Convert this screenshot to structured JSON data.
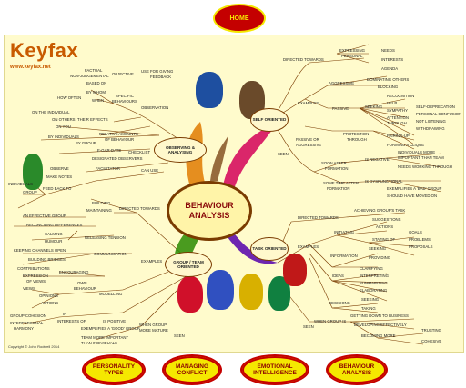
{
  "nav": {
    "home": "HOME"
  },
  "brand": {
    "logo": "Keyfax",
    "url": "www.keyfax.net",
    "copyright": "Copyright © John Rodwell 2014"
  },
  "center": {
    "title_line1": "BEHAVIOUR",
    "title_line2": "ANALYSIS"
  },
  "branches": {
    "observing": "OBSERVING & ANALYSING",
    "self": "SELF ORIENTED",
    "group": "GROUP / TEAM ORIENTED",
    "task": "TASK ORIENTED"
  },
  "labels": {
    "obs": [
      "FACTUAL",
      "NON-JUDGEMENTAL",
      "OBJECTIVE",
      "USE FOR GIVING",
      "FEEDBACK",
      "BASED ON",
      "BY WHOM",
      "HOW OFTEN",
      "WHEN",
      "SPECIFIC",
      "BEHAVIOURS",
      "OBSERVATION",
      "ON THE INDIVIDUAL",
      "ON OTHERS",
      "THEIR EFFECTS",
      "ON YOU",
      "BY INDIVIDUALS",
      "BY GROUP",
      "RELATIVE AMOUNTS",
      "OF BEHAVIOUR",
      "CHECKLIST",
      "E-GAR-DATE",
      "DESIGNATED OBSERVERS",
      "FACILITATOR",
      "OBSERVE",
      "MAKE NOTES",
      "FEED BACK TO",
      "INDIVIDUALS",
      "GROUP",
      "CAN USE"
    ],
    "self": [
      "DIRECTED TOWARDS",
      "EXPRESSING",
      "PERSONAL",
      "NEEDS",
      "INTERESTS",
      "AGENDA",
      "EXAMPLES",
      "AGGRESSIVE",
      "DOMINATING OTHERS",
      "BLOCKING",
      "PASSIVE",
      "SEEKING",
      "RECOGNITION",
      "HELP",
      "SYMPATHY",
      "ATTENTION",
      "THROUGH",
      "SELF-DEPRECATION",
      "PERSONAL CONFUSION",
      "NOT LISTENING",
      "WITHDRAWING",
      "PASSIVE OR",
      "AGGRESSIVE",
      "PROTECTION",
      "THROUGH",
      "PAIRING-UP",
      "FORMING A CLIQUE",
      "SEEN",
      "SOON AFTER",
      "FORMATION",
      "IS NEGATIVE",
      "INDIVIDUALS MORE",
      "IMPORTANT THAN TEAM",
      "NEEDS WORKING THROUGH",
      "SOME TIME AFTER",
      "FORMATION",
      "IS DYSFUNCTIONAL",
      "EXEMPLIFIES A 'BAD' GROUP",
      "SHOULD HAVE MOVED ON"
    ],
    "group": [
      "BUILDING",
      "MAINTAINING",
      "DIRECTED TOWARDS",
      "AN EFFECTIVE GROUP",
      "RECONCILING DIFFERENCES",
      "CALMING",
      "RELEASING TENSION",
      "HUMOUR",
      "KEEPING CHANNELS OPEN",
      "BUILDING BRIDGES",
      "COMMUNICATION",
      "EXAMPLES",
      "CONTRIBUTIONS",
      "ENCOURAGING",
      "EXPRESSION",
      "OF VIEWS",
      "VIEWS",
      "OWN",
      "BEHAVIOUR",
      "OPINIONS",
      "MODELLING",
      "ACTIONS",
      "GROUP COHESION",
      "INTERPERSONAL",
      "HARMONY",
      "IN",
      "INTERESTS OF",
      "IS POSITIVE",
      "EXEMPLIFIES A 'GOOD' GROUP",
      "TEAM MORE IMPORTANT",
      "THAN INDIVIDUALS",
      "WHEN GROUP",
      "MORE MATURE",
      "SEEN"
    ],
    "task": [
      "DIRECTED TOWARDS",
      "ACHIEVING GROUP'S TASK",
      "INITIATING",
      "SUGGESTIONS",
      "ACTIONS",
      "STATING OF",
      "GOALS",
      "PROBLEMS",
      "PROPOSALS",
      "EXAMPLES",
      "INFORMATION",
      "SEEKING",
      "PROVIDING",
      "IDEAS",
      "CLARIFYING",
      "INTERPRETING",
      "SUMMARISING",
      "ELABORATING",
      "DECISIONS",
      "SEEKING",
      "TAKING",
      "WHEN GROUP IS",
      "GETTING DOWN TO BUSINESS",
      "DEVELOPING EFFECTIVELY",
      "BECOMING MORE",
      "TRUSTING",
      "COHESIVE",
      "SEEN"
    ]
  },
  "bottom_nav": [
    {
      "line1": "PERSONALITY",
      "line2": "TYPES"
    },
    {
      "line1": "MANAGING",
      "line2": "CONFLICT"
    },
    {
      "line1": "EMOTIONAL",
      "line2": "INTELLIGENCE"
    },
    {
      "line1": "BEHAVIOUR",
      "line2": "ANALYSIS"
    }
  ],
  "colors": {
    "accent_yellow": "#f5e800",
    "accent_red": "#c40000",
    "map_bg": "#fffbcc",
    "logo": "#c85a00"
  }
}
